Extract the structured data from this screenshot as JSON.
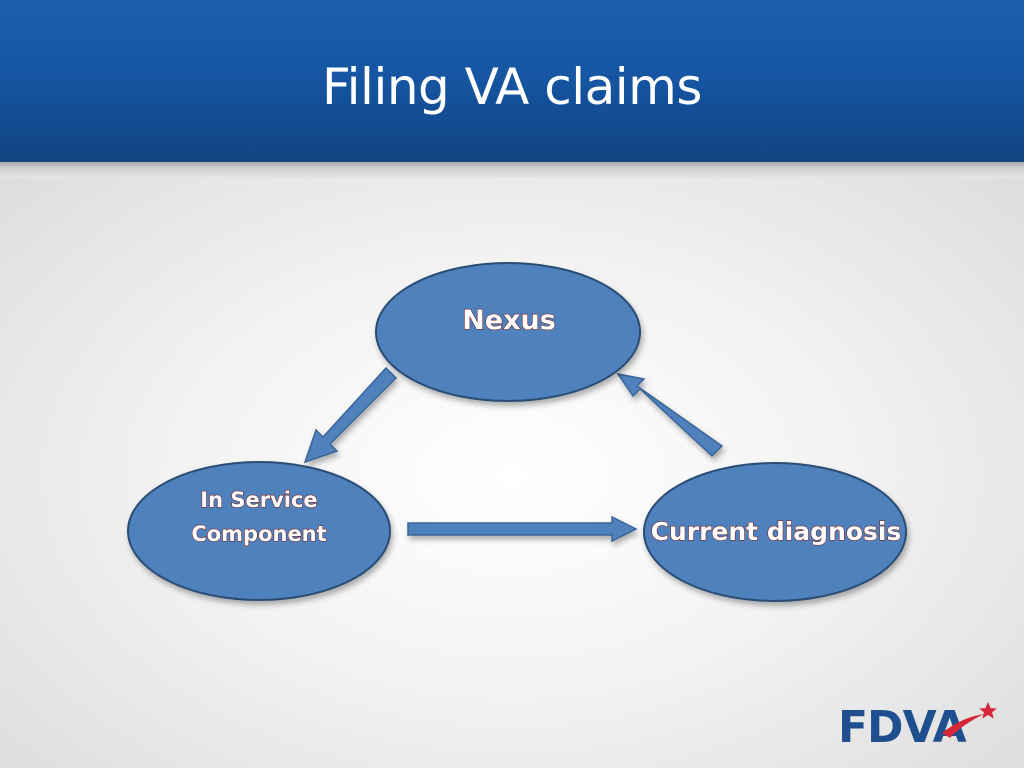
{
  "slide": {
    "title": "Filing VA claims"
  },
  "diagram": {
    "nodes": [
      {
        "id": "nexus",
        "lines": [
          "Nexus"
        ]
      },
      {
        "id": "in-service",
        "lines": [
          "In Service",
          "Component"
        ]
      },
      {
        "id": "current-diagnosis",
        "lines": [
          "Current diagnosis"
        ]
      }
    ],
    "edges": [
      {
        "from": "nexus",
        "to": "in-service"
      },
      {
        "from": "in-service",
        "to": "current-diagnosis"
      },
      {
        "from": "current-diagnosis",
        "to": "nexus"
      }
    ],
    "colors": {
      "node_fill": "#4f81bd",
      "node_stroke": "#2c4d75",
      "arrow_fill": "#4f81bd",
      "arrow_stroke": "#3a6597"
    }
  },
  "logo": {
    "text": "FDVA",
    "icon": "star-icon",
    "colors": {
      "text": "#1f4f8f",
      "star": "#d5263a"
    }
  },
  "colors": {
    "header": "#1656a3",
    "title_text": "#ffffff"
  }
}
